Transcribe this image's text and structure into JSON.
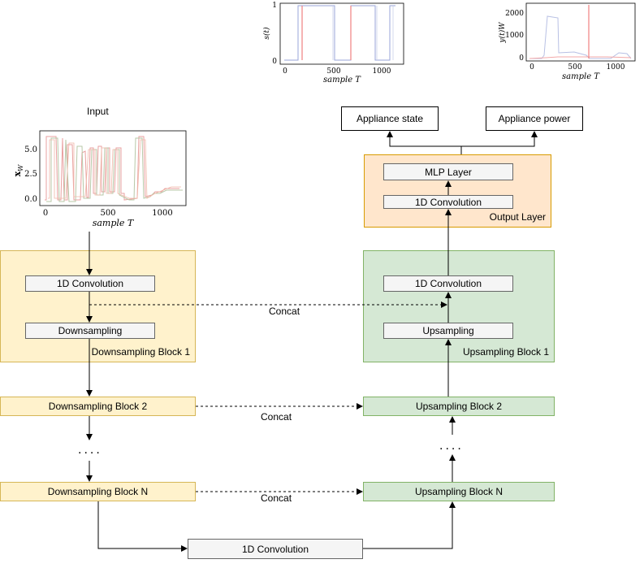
{
  "input": {
    "title": "Input",
    "plot": {
      "ylabel_main": "x",
      "ylabel_sub": "W",
      "xlabel": "sample T",
      "yticks": [
        "0.0",
        "2.5",
        "5.0"
      ],
      "xticks": [
        "0",
        "500",
        "1000"
      ]
    }
  },
  "top_plots": {
    "state": {
      "ylabel": "s(t)",
      "xlabel": "sample T",
      "yticks": [
        "0",
        "1"
      ],
      "xticks": [
        "0",
        "500",
        "1000"
      ]
    },
    "power": {
      "ylabel": "y(t)W",
      "xlabel": "sample T",
      "yticks": [
        "0",
        "1000",
        "2000"
      ],
      "xticks": [
        "0",
        "500",
        "1000"
      ]
    }
  },
  "encoder": {
    "block1": {
      "title": "Downsampling Block 1",
      "conv": "1D Convolution",
      "down": "Downsampling"
    },
    "block2": "Downsampling Block 2",
    "ellipsis": "....",
    "blockN": "Downsampling Block N"
  },
  "bottleneck": "1D Convolution",
  "decoder": {
    "block1": {
      "title": "Upsampling Block 1",
      "conv": "1D Convolution",
      "up": "Upsampling"
    },
    "block2": "Upsampling Block 2",
    "ellipsis": "....",
    "blockN": "Upsampling Block N"
  },
  "output_layer": {
    "title": "Output Layer",
    "mlp": "MLP Layer",
    "conv": "1D Convolution"
  },
  "outputs": {
    "state": "Appliance state",
    "power": "Appliance power"
  },
  "concat_labels": [
    "Concat",
    "Concat",
    "Concat"
  ],
  "colors": {
    "encoder_fill": "#fff2cc",
    "encoder_stroke": "#d6b656",
    "decoder_fill": "#d5e8d4",
    "decoder_stroke": "#82b366",
    "output_fill": "#ffe6cc",
    "output_stroke": "#d79b00",
    "inner_fill": "#f5f5f5",
    "signal_red": "#f08080",
    "signal_blue": "#9aa6d8"
  }
}
